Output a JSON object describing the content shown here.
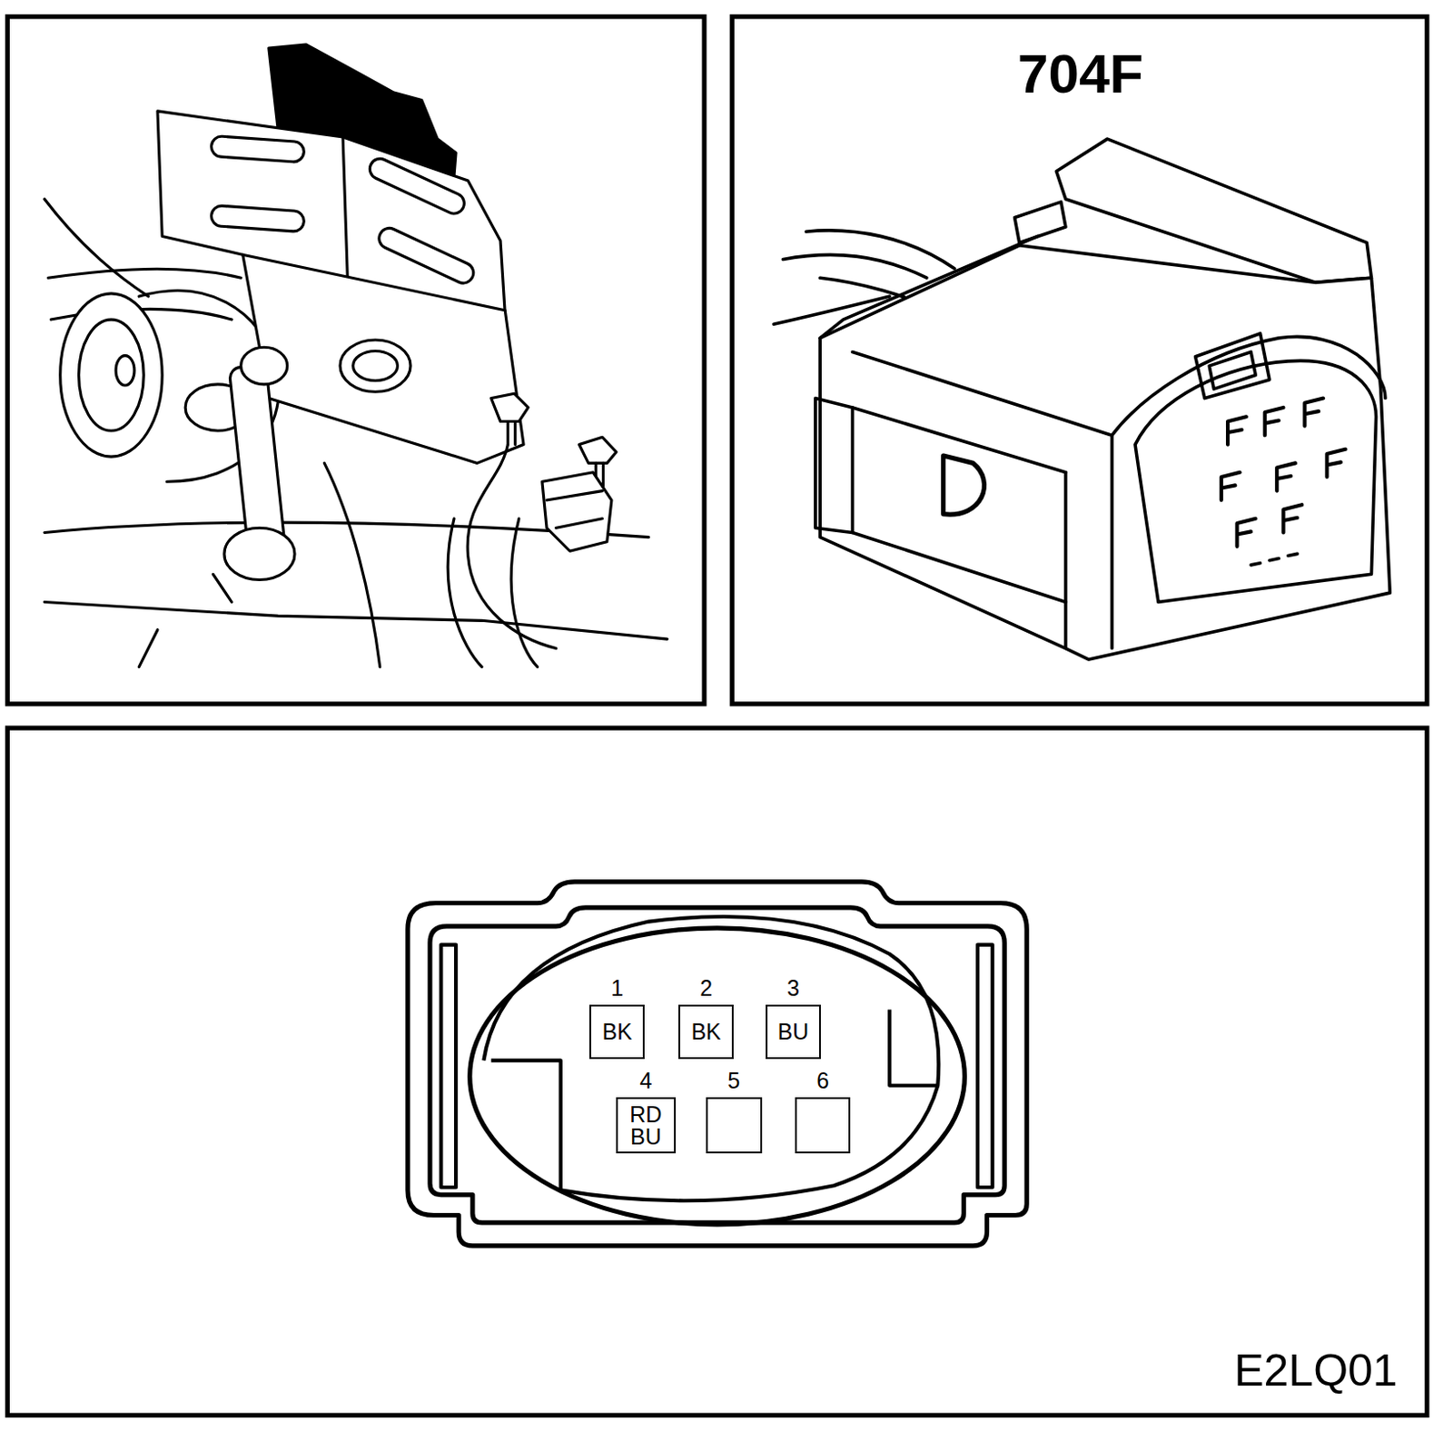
{
  "diagram": {
    "nodes": [
      {
        "text": [
          "1",
          "BK"
        ]
      },
      {
        "text": [
          "2",
          "BK"
        ]
      },
      {
        "text": [
          "3",
          "BU"
        ]
      },
      {
        "text": [
          "4",
          "RD BU"
        ]
      },
      {
        "text": [
          "5"
        ]
      },
      {
        "text": [
          "6"
        ]
      }
    ],
    "labels": [
      "704F",
      "E2LQ01"
    ]
  }
}
